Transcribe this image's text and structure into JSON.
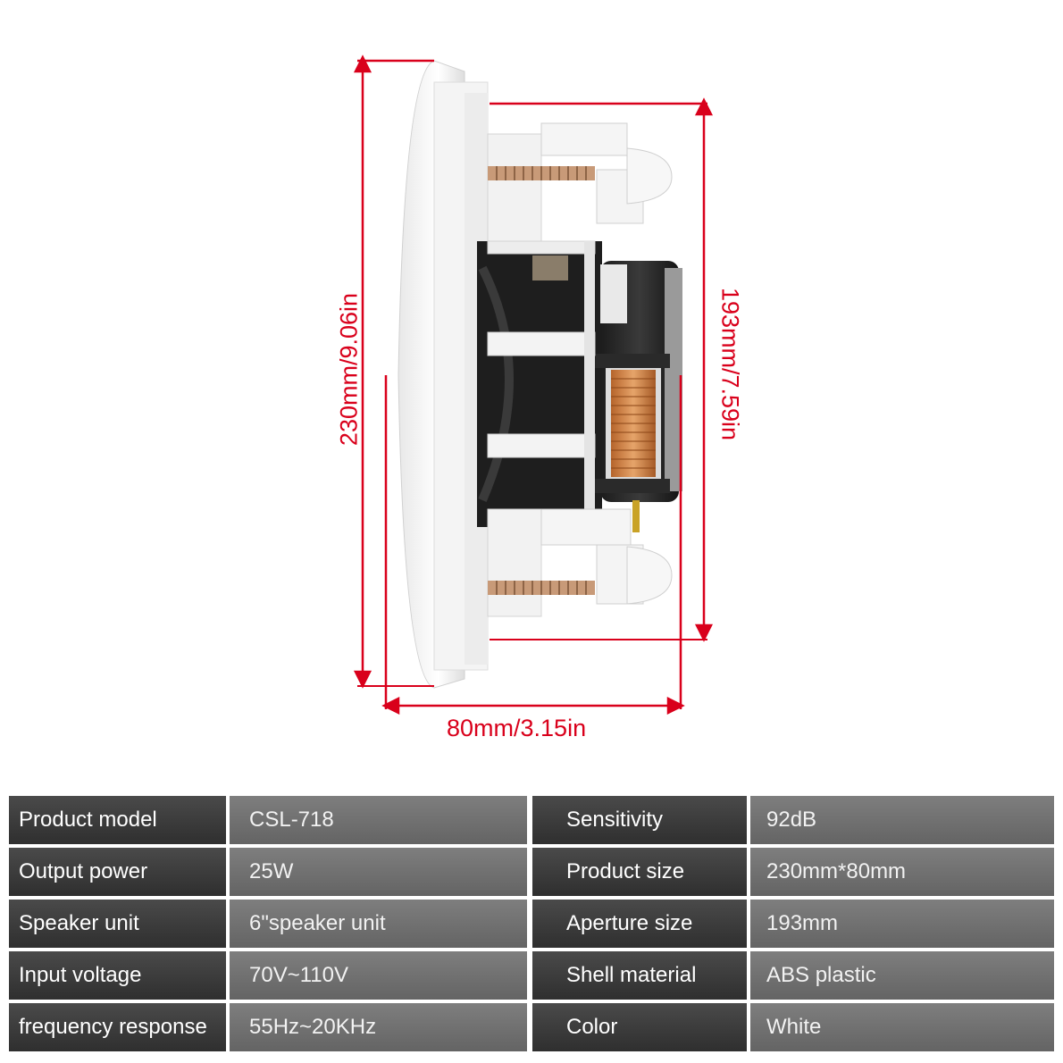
{
  "dimensions": {
    "height": "230mm/9.06in",
    "aperture": "193mm/7.59in",
    "depth": "80mm/3.15in"
  },
  "accent_color": "#d9001b",
  "specs": [
    {
      "label": "Product model",
      "value": "CSL-718"
    },
    {
      "label": "Sensitivity",
      "value": "92dB"
    },
    {
      "label": "Output power",
      "value": "25W"
    },
    {
      "label": "Product size",
      "value": "230mm*80mm"
    },
    {
      "label": "Speaker unit",
      "value": "6\"speaker unit"
    },
    {
      "label": "Aperture size",
      "value": "193mm"
    },
    {
      "label": "Input voltage",
      "value": "70V~110V"
    },
    {
      "label": "Shell material",
      "value": "ABS plastic"
    },
    {
      "label": "frequency response",
      "value": "55Hz~20KHz"
    },
    {
      "label": "Color",
      "value": "White"
    }
  ]
}
